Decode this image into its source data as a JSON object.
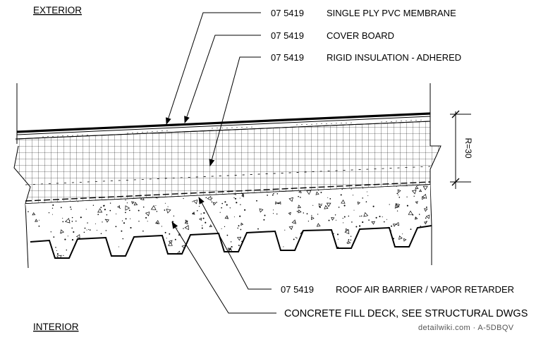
{
  "zones": {
    "exterior": "EXTERIOR",
    "interior": "INTERIOR"
  },
  "callouts": [
    {
      "code": "07 5419",
      "label": "SINGLE PLY PVC MEMBRANE"
    },
    {
      "code": "07 5419",
      "label": "COVER BOARD"
    },
    {
      "code": "07 5419",
      "label": "RIGID INSULATION - ADHERED"
    },
    {
      "code": "07 5419",
      "label": "ROOF AIR BARRIER / VAPOR RETARDER"
    }
  ],
  "concrete_note": "CONCRETE FILL DECK, SEE STRUCTURAL DWGS",
  "dimension": "R=30",
  "watermark": "detailwiki.com · A-5DBQV"
}
